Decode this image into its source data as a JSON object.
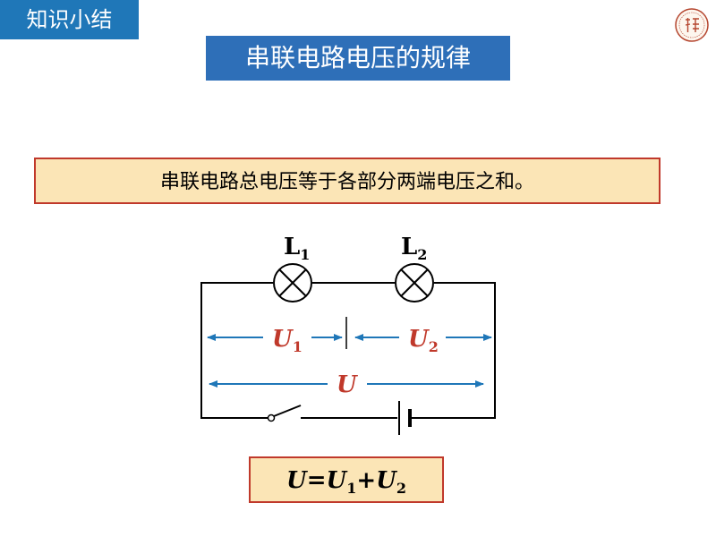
{
  "tag": {
    "label": "知识小结"
  },
  "title": {
    "text": "串联电路电压的规律"
  },
  "statement": {
    "text": "串联电路总电压等于各部分两端电压之和。"
  },
  "circuit": {
    "lamp1": {
      "letter": "L",
      "sub": "1"
    },
    "lamp2": {
      "letter": "L",
      "sub": "2"
    },
    "u1": {
      "letter": "U",
      "sub": "1"
    },
    "u2": {
      "letter": "U",
      "sub": "2"
    },
    "u_total": {
      "letter": "U"
    }
  },
  "formula": {
    "u": "U",
    "eq": "=",
    "u1": "U",
    "s1": "1",
    "plus": "+",
    "u2": "U",
    "s2": "2"
  },
  "colors": {
    "tag_bg": "#1f77b8",
    "title_bg": "#2e6fb8",
    "box_fill": "#fbe5b6",
    "box_border": "#c0392b",
    "arrow_blue": "#1f77b8",
    "label_red": "#c0392b"
  },
  "stamp_icon": "seal-icon"
}
